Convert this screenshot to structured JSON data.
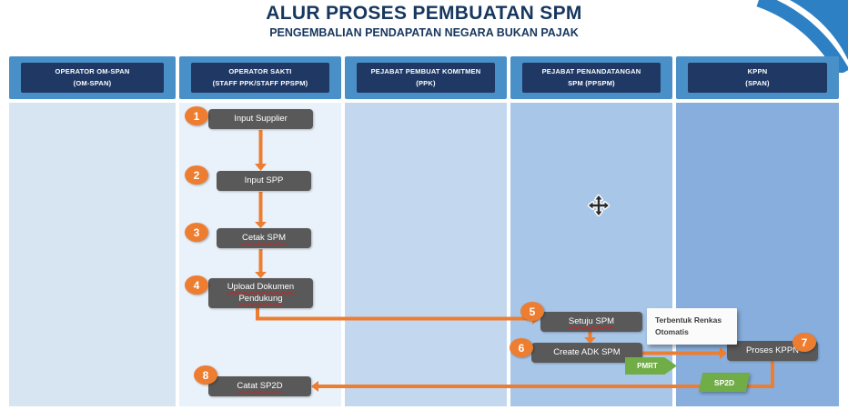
{
  "header": {
    "title": "ALUR PROSES PEMBUATAN SPM",
    "subtitle": "PENGEMBALIAN PENDAPATAN NEGARA BUKAN PAJAK"
  },
  "lanes": [
    {
      "line1": "OPERATOR OM-SPAN",
      "line2": "(OM-SPAN)"
    },
    {
      "line1": "OPERATOR SAKTI",
      "line2": "(STAFF PPK/STAFF PPSPM)"
    },
    {
      "line1": "PEJABAT PEMBUAT KOMITMEN",
      "line2": "(PPK)"
    },
    {
      "line1": "PEJABAT PENANDATANGAN",
      "line2": "SPM (PPSPM)"
    },
    {
      "line1": "KPPN",
      "line2": "(SPAN)"
    }
  ],
  "steps": [
    {
      "num": "1",
      "label": "Input Supplier"
    },
    {
      "num": "2",
      "label": "Input SPP"
    },
    {
      "num": "3",
      "label": "Cetak SPM"
    },
    {
      "num": "4",
      "label": "Upload Dokumen Pendukung"
    },
    {
      "num": "5",
      "label": "Setuju SPM"
    },
    {
      "num": "6",
      "label": "Create ADK SPM"
    },
    {
      "num": "7",
      "label": "Proses KPPN"
    },
    {
      "num": "8",
      "label": "Catat SP2D"
    }
  ],
  "callout": {
    "line1": "Terbentuk Renkas",
    "line2": "Otomatis"
  },
  "tags": {
    "pmrt": "PMRT",
    "sp2d": "SP2D"
  },
  "colors": {
    "title": "#17375E",
    "header_band": "#4A90C8",
    "header_box": "#1F3864",
    "step_box": "#595959",
    "arrow": "#ED7D31",
    "number_badge": "#ED7D31",
    "tag_green": "#71AD47",
    "lane_fills": [
      "#D7E5F3",
      "#E9F1FA",
      "#C3D8EE",
      "#A8C6E8",
      "#88AEDD"
    ]
  }
}
